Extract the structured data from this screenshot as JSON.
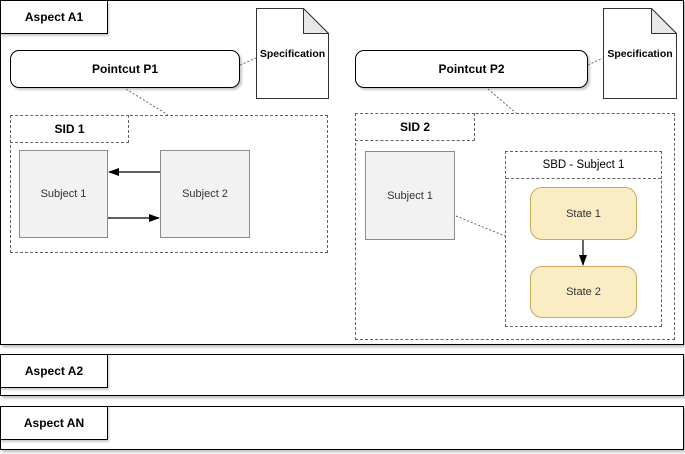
{
  "colors": {
    "state_fill": "#FAEDC4",
    "state_border": "#C9A85C",
    "subject_fill": "#F2F2F2",
    "subject_border": "#8C8C8C",
    "frame_border": "#000000",
    "dashed_border": "#636363",
    "doc_fold_fill": "#E8E8E8"
  },
  "aspect_a1": {
    "title": "Aspect A1",
    "pointcut_p1": {
      "label": "Pointcut P1"
    },
    "pointcut_p2": {
      "label": "Pointcut P2"
    },
    "specification_1": {
      "label": "Specification"
    },
    "specification_2": {
      "label": "Specification"
    },
    "sid_1": {
      "title": "SID 1",
      "subject_1": {
        "label": "Subject 1"
      },
      "subject_2": {
        "label": "Subject 2"
      }
    },
    "sid_2": {
      "title": "SID 2",
      "subject_1": {
        "label": "Subject 1"
      },
      "sbd": {
        "title": "SBD - Subject 1",
        "state_1": {
          "label": "State 1"
        },
        "state_2": {
          "label": "State 2"
        }
      }
    }
  },
  "aspect_a2": {
    "title": "Aspect A2"
  },
  "aspect_an": {
    "title": "Aspect AN"
  }
}
